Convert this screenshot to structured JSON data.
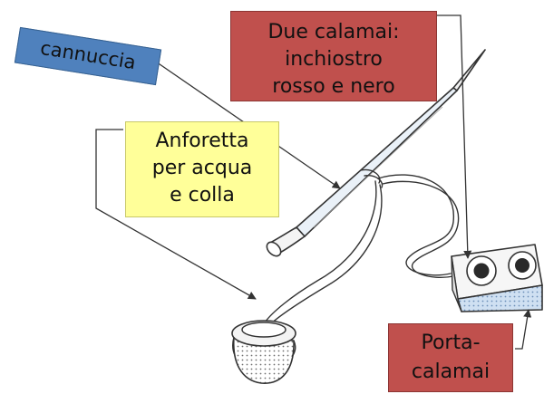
{
  "labels": {
    "due_calamai": [
      "Due calamai:",
      "inchiostro",
      "rosso e nero"
    ],
    "anforetta": [
      "Anforetta",
      "per acqua",
      "e colla"
    ],
    "porta_calamai": [
      "Porta-",
      "calamai"
    ],
    "cannuccia": "cannuccia"
  },
  "colors": {
    "label_red": "#c0504d",
    "label_yellow": "#ffff99",
    "label_blue": "#4f81bd",
    "ink_line": "#333333",
    "soft_blue": "#bcd0e4"
  }
}
